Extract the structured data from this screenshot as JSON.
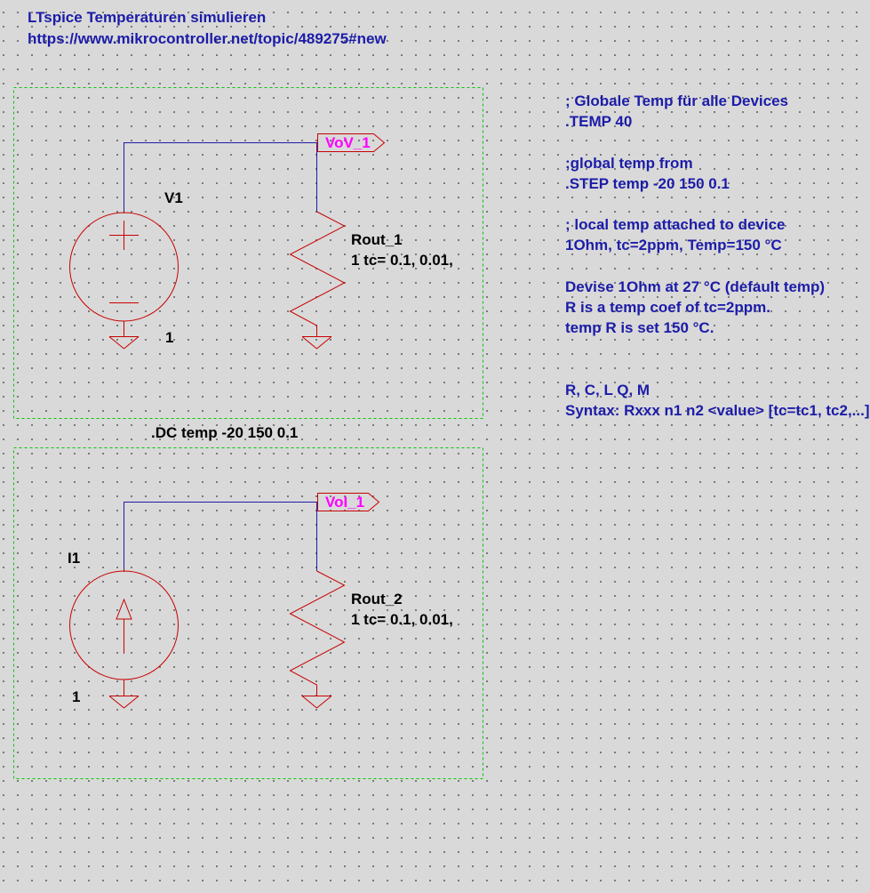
{
  "header": {
    "title": "LTspice Temperaturen simulieren",
    "url": "https://www.mikrocontroller.net/topic/489275#new"
  },
  "circuit1": {
    "source_name": "V1",
    "source_value": "1",
    "net_label": "VoV_1",
    "resistor_name": "Rout_1",
    "resistor_value": "1 tc= 0.1, 0.01,"
  },
  "circuit2": {
    "source_name": "I1",
    "source_value": "1",
    "net_label": "VoI_1",
    "resistor_name": "Rout_2",
    "resistor_value": "1 tc= 0.1, 0.01,"
  },
  "dc_directive": ".DC temp -20 150 0.1",
  "comments": [
    "; Globale Temp für alle Devices",
    ".TEMP 40",
    "",
    ";global temp  from",
    ".STEP  temp -20 150 0.1",
    "",
    "; local temp attached to device",
    "1Ohm, tc=2ppm, Temp=150 °C",
    "",
    "Devise 1Ohm at 27 °C (default temp)",
    "R is a temp coef of tc=2ppm.",
    "temp R is set 150 °C.",
    "",
    "",
    "R, C, L Q, M",
    "Syntax: Rxxx n1 n2 <value> [tc=tc1, tc2,...]"
  ],
  "colors": {
    "background": "#d9d9d9",
    "wire": "#1c1ca8",
    "component": "#c80000",
    "net_flag": "#ff00ff",
    "frame": "#00c800",
    "text": "#1c1ca8"
  }
}
